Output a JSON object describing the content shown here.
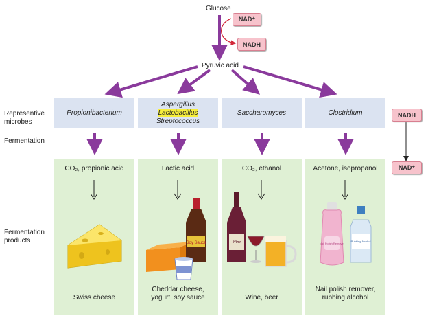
{
  "glucose": "Glucose",
  "pyruvic_acid": "Pyruvic acid",
  "nad_plus": "NAD⁺",
  "nadh": "NADH",
  "row_labels": {
    "representative_microbes": [
      "Representive",
      "microbes"
    ],
    "fermentation": "Fermentation",
    "fermentation_products": [
      "Fermentation",
      "products"
    ]
  },
  "columns": [
    {
      "microbes": [
        "Propionibacterium"
      ],
      "products": "CO₂, propionic acid",
      "food": [
        "Swiss cheese"
      ]
    },
    {
      "microbes": [
        "Aspergillus",
        "Lactobacillus",
        "Streptococcus"
      ],
      "highlighted_microbe": "Lactobacillus",
      "products": "Lactic acid",
      "food": [
        "Cheddar cheese,",
        "yogurt, soy sauce"
      ],
      "bottle_label": "Soy Sauce"
    },
    {
      "microbes": [
        "Saccharomyces"
      ],
      "products": "CO₂, ethanol",
      "food": [
        "Wine, beer"
      ],
      "bottle_label": "Wine"
    },
    {
      "microbes": [
        "Clostridium"
      ],
      "products": "Acetone, isopropanol",
      "food": [
        "Nail polish remover,",
        "rubbing alcohol"
      ],
      "bottle_labels": [
        "Nail Polish Remover",
        "Rubbing Alcohol"
      ]
    }
  ],
  "colors": {
    "arrow_purple": "#8a3a9c",
    "microbe_box": "#dbe3f1",
    "product_box": "#dff0d4",
    "nad_pill": "#f7c3cc",
    "highlight": "#f6ee3c"
  }
}
